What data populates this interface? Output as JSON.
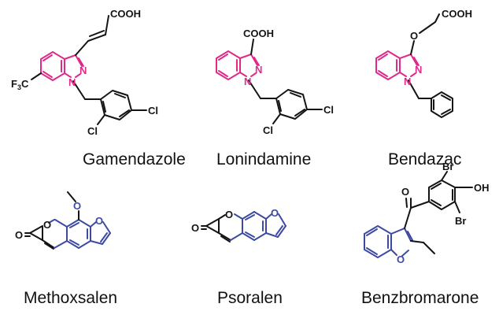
{
  "molecules": [
    {
      "name": "Gamendazole"
    },
    {
      "name": "Lonindamine"
    },
    {
      "name": "Bendazac"
    },
    {
      "name": "Methoxsalen"
    },
    {
      "name": "Psoralen"
    },
    {
      "name": "Benzbromarone"
    }
  ],
  "atom_labels": {
    "cooh": "COOH",
    "n": "N",
    "o": "O",
    "cl": "Cl",
    "br": "Br",
    "oh": "OH",
    "f3c_f": "F",
    "f3c_3": "3",
    "f3c_c": "C"
  },
  "colors": {
    "indazole_scaffold": "#e02a8a",
    "psoralen_scaffold": "#3d4aa3",
    "bonds": "#141414"
  }
}
